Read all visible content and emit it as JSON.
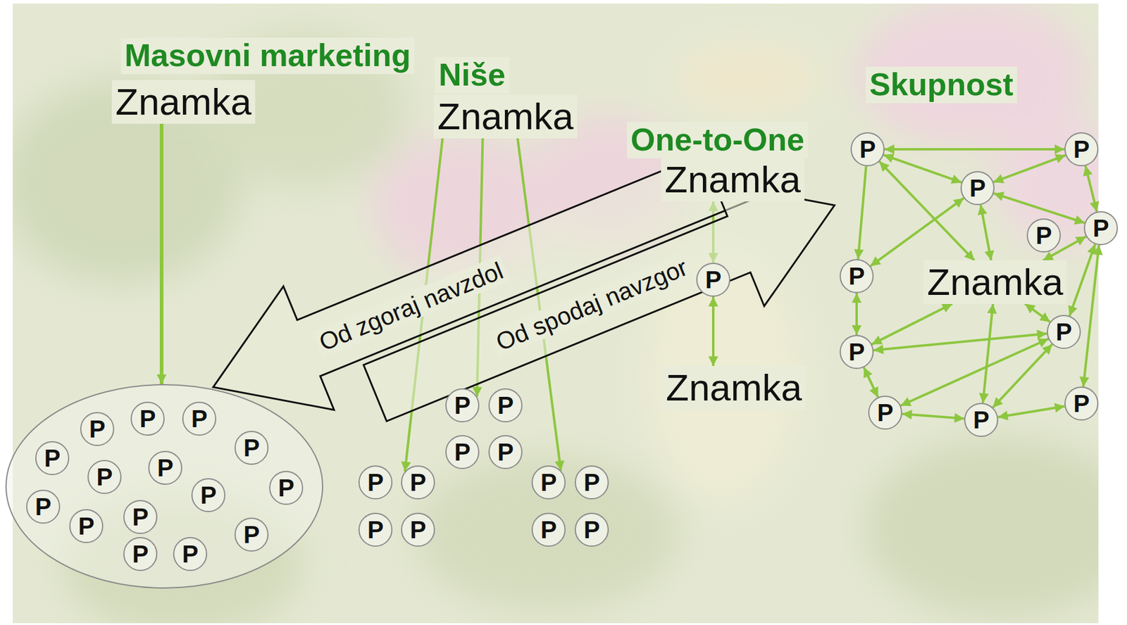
{
  "diagram": {
    "nodes": [
      {
        "text": [
          "Znamka"
        ]
      },
      {
        "text": []
      },
      {
        "text": [
          "P"
        ],
        "in": 1
      },
      {
        "text": [
          "P"
        ],
        "in": 1
      },
      {
        "text": [
          "P"
        ],
        "in": 1
      },
      {
        "text": [
          "P"
        ],
        "in": 1
      },
      {
        "text": [
          "P"
        ],
        "in": 1
      },
      {
        "text": [
          "P"
        ],
        "in": 1
      },
      {
        "text": [
          "P"
        ],
        "in": 1
      },
      {
        "text": [
          "P"
        ],
        "in": 1
      },
      {
        "text": [
          "P"
        ],
        "in": 1
      },
      {
        "text": [
          "P"
        ],
        "in": 1
      },
      {
        "text": [
          "P"
        ],
        "in": 1
      },
      {
        "text": [
          "P"
        ],
        "in": 1
      },
      {
        "text": [
          "P"
        ],
        "in": 1
      },
      {
        "text": [
          "P"
        ],
        "in": 1
      },
      {
        "text": [
          "P"
        ],
        "in": 1
      },
      {
        "text": [
          "Znamka"
        ]
      },
      {
        "text": [
          "P"
        ]
      },
      {
        "text": [
          "P"
        ]
      },
      {
        "text": [
          "P"
        ]
      },
      {
        "text": [
          "P"
        ]
      },
      {
        "text": [
          "P"
        ]
      },
      {
        "text": [
          "P"
        ]
      },
      {
        "text": [
          "P"
        ]
      },
      {
        "text": [
          "P"
        ]
      },
      {
        "text": [
          "P"
        ]
      },
      {
        "text": [
          "P"
        ]
      },
      {
        "text": [
          "P"
        ]
      },
      {
        "text": [
          "P"
        ]
      },
      {
        "text": [
          "Od zgoraj navzdol"
        ]
      },
      {
        "text": [
          "Od spodaj navzgor"
        ]
      },
      {
        "text": [
          "Znamka"
        ]
      },
      {
        "text": [
          "P"
        ]
      },
      {
        "text": [
          "Znamka"
        ]
      },
      {
        "text": [
          "P"
        ]
      },
      {
        "text": [
          "P"
        ]
      },
      {
        "text": [
          "P"
        ]
      },
      {
        "text": [
          "P"
        ]
      },
      {
        "text": [
          "P"
        ]
      },
      {
        "text": [
          "P"
        ]
      },
      {
        "text": [
          "Znamka"
        ]
      },
      {
        "text": [
          "P"
        ]
      },
      {
        "text": [
          "P"
        ]
      },
      {
        "text": [
          "P"
        ]
      },
      {
        "text": [
          "P"
        ]
      },
      {
        "text": [
          "P"
        ]
      }
    ],
    "edges": [
      {
        "from": 0,
        "to": 1,
        "arrow": "to"
      },
      {
        "from": 17,
        "to": 19,
        "arrow": "to"
      },
      {
        "from": 17,
        "to": 22,
        "arrow": "to"
      },
      {
        "from": 17,
        "to": 26,
        "arrow": "to"
      },
      {
        "from": 32,
        "to": 33,
        "arrow": "both"
      },
      {
        "from": 33,
        "to": 34,
        "arrow": "both"
      },
      {
        "from": 35,
        "to": 36,
        "arrow": "both"
      },
      {
        "from": 35,
        "to": 37,
        "arrow": "both"
      },
      {
        "from": 37,
        "to": 36,
        "arrow": "both"
      },
      {
        "from": 36,
        "to": 38,
        "arrow": "both"
      },
      {
        "from": 37,
        "to": 38,
        "arrow": "both"
      },
      {
        "from": 35,
        "to": 40,
        "arrow": "to"
      },
      {
        "from": 35,
        "to": 41,
        "arrow": "both"
      },
      {
        "from": 40,
        "to": 37,
        "arrow": "both"
      },
      {
        "from": 37,
        "to": 41,
        "arrow": "both"
      },
      {
        "from": 41,
        "to": 38,
        "arrow": "both"
      },
      {
        "from": 38,
        "to": 42,
        "arrow": "both"
      },
      {
        "from": 38,
        "to": 46,
        "arrow": "both"
      },
      {
        "from": 41,
        "to": 42,
        "arrow": "both"
      },
      {
        "from": 41,
        "to": 43,
        "arrow": "both"
      },
      {
        "from": 43,
        "to": 42,
        "arrow": "both"
      },
      {
        "from": 44,
        "to": 42,
        "arrow": "both"
      },
      {
        "from": 45,
        "to": 42,
        "arrow": "both"
      },
      {
        "from": 41,
        "to": 45,
        "arrow": "both"
      },
      {
        "from": 40,
        "to": 43,
        "arrow": "both"
      },
      {
        "from": 43,
        "to": 44,
        "arrow": "both"
      },
      {
        "from": 44,
        "to": 45,
        "arrow": "both"
      },
      {
        "from": 45,
        "to": 46,
        "arrow": "both"
      }
    ],
    "labels": [
      "Masovni marketing",
      "Niše",
      "One-to-One",
      "Skupnost"
    ]
  }
}
